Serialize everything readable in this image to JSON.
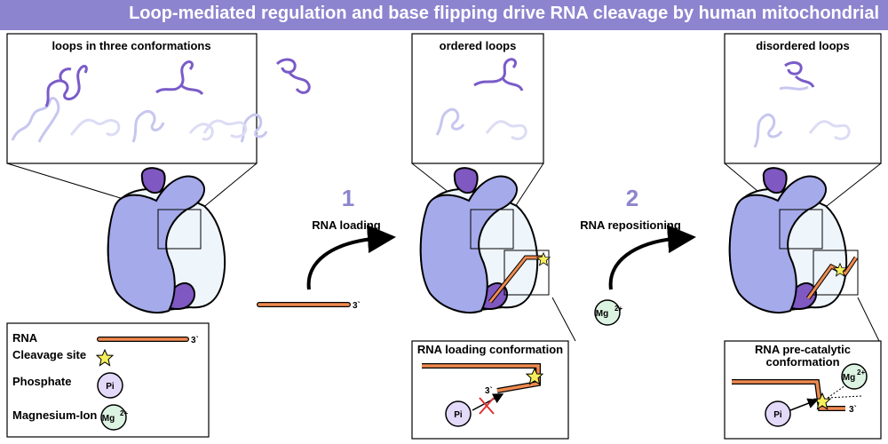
{
  "banner": {
    "title": "Loop-mediated regulation and base flipping drive RNA cleavage by human mitochondrial",
    "color": "#8c84cf"
  },
  "panels": {
    "three_conf_title": "loops in three conformations",
    "ordered_title": "ordered loops",
    "disordered_title": "disordered loops",
    "loading_title": "RNA loading conformation",
    "precat_title_line1": "RNA pre-catalytic",
    "precat_title_line2": "conformation"
  },
  "steps": {
    "step1_number": "1",
    "step1_label": "RNA loading",
    "step2_number": "2",
    "step2_label": "RNA repositioning"
  },
  "rna": {
    "end_label": "3`"
  },
  "ions": {
    "mg_label": "Mg",
    "mg_charge": "2+",
    "pi_label": "Pi"
  },
  "legend": {
    "rna": "RNA",
    "rna_end": "3`",
    "cleavage": "Cleavage site",
    "phosphate": "Phosphate",
    "phosphate_symbol": "Pi",
    "magnesium": "Magnesium-Ion",
    "mg_symbol": "Mg",
    "mg_charge": "2+"
  },
  "colors": {
    "protein_light": "#a4aaea",
    "protein_dark": "#7f58c1",
    "protein_pale": "#eef5fb",
    "loop_dark": "#7a5bc8",
    "loop_light": "#c7c6f0",
    "rna_orange": "#f08a50",
    "star": "#f6ef5c",
    "pi_fill": "#e3d9f8",
    "mg_fill": "#dcf3e2"
  }
}
